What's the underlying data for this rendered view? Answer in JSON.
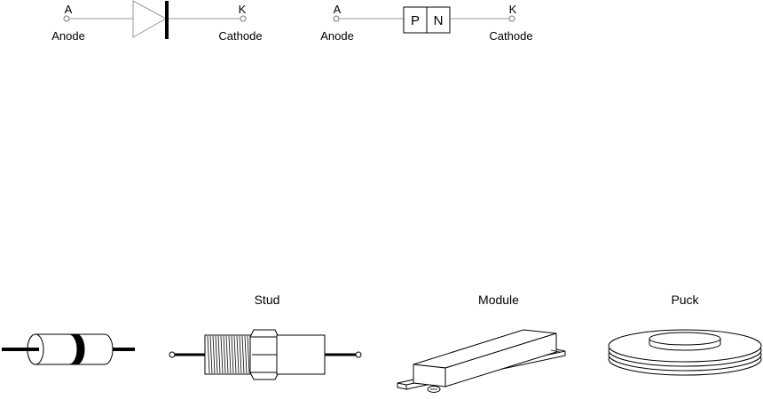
{
  "symbol": {
    "anode_letter": "A",
    "anode_label": "Anode",
    "cathode_letter": "K",
    "cathode_label": "Cathode"
  },
  "pn_symbol": {
    "anode_letter": "A",
    "anode_label": "Anode",
    "cathode_letter": "K",
    "cathode_label": "Cathode",
    "p_label": "P",
    "n_label": "N"
  },
  "packages": {
    "stud_label": "Stud",
    "module_label": "Module",
    "puck_label": "Puck"
  }
}
